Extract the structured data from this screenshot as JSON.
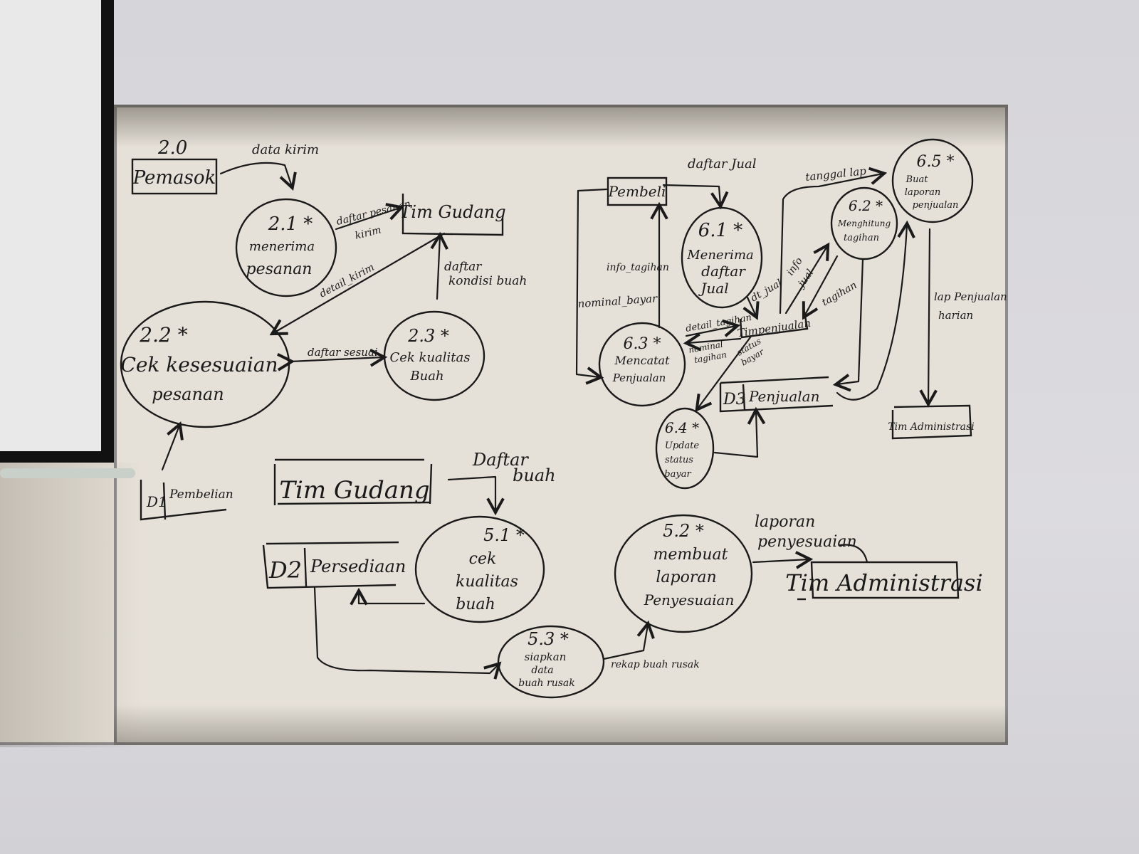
{
  "processes": [
    {
      "id": "p20",
      "label": "2.0"
    },
    {
      "id": "p21",
      "number": "2.1 *",
      "lines": [
        "menerima",
        "pesanan"
      ]
    },
    {
      "id": "p22",
      "number": "2.2 *",
      "lines": [
        "Cek kesesuaian",
        "pesanan"
      ]
    },
    {
      "id": "p23",
      "number": "2.3 *",
      "lines": [
        "Cek kualitas",
        "Buah"
      ]
    },
    {
      "id": "p51",
      "number": "5.1 *",
      "lines": [
        "cek",
        "kualitas",
        "buah"
      ]
    },
    {
      "id": "p52",
      "number": "5.2 *",
      "lines": [
        "membuat",
        "laporan",
        "Penyesuaian"
      ]
    },
    {
      "id": "p53",
      "number": "5.3 *",
      "lines": [
        "siapkan",
        "data",
        "buah rusak"
      ]
    },
    {
      "id": "p61",
      "number": "6.1 *",
      "lines": [
        "Menerima",
        "daftar",
        "Jual"
      ]
    },
    {
      "id": "p62",
      "number": "6.2 *",
      "lines": [
        "Menghitung",
        "tagihan"
      ]
    },
    {
      "id": "p63",
      "number": "6.3 *",
      "lines": [
        "Mencatat",
        "Penjualan"
      ]
    },
    {
      "id": "p64",
      "number": "6.4 *",
      "lines": [
        "Update",
        "status",
        "bayar"
      ]
    },
    {
      "id": "p65",
      "number": "6.5 *",
      "lines": [
        "Buat",
        "laporan",
        "penjualan"
      ]
    }
  ],
  "entities": {
    "pemasok": "Pemasok",
    "tim_gudang_top": "Tim Gudang",
    "tim_gudang_mid": "Tim Gudang",
    "pembeli": "Pembeli",
    "tim_penjualan": "Timpenjualan",
    "tim_admin_right": "Tim Administrasi",
    "tim_admin_bottom": "Tim Administrasi"
  },
  "stores": {
    "d1": {
      "id": "D1",
      "name": "Pembelian"
    },
    "d2": {
      "id": "D2",
      "name": "Persediaan"
    },
    "d3": {
      "id": "D3",
      "name": "Penjualan"
    }
  },
  "flows": {
    "data_kirim": "data kirim",
    "daftar_pesanan_kirim_1": "daftar pesanan",
    "daftar_pesanan_kirim_2": "kirim",
    "detail_kirim": "detail_kirim",
    "daftar_kondisi_1": "daftar",
    "daftar_kondisi_2": "kondisi buah",
    "daftar_sesuai": "daftar sesuai",
    "daftar_jual": "daftar Jual",
    "info_tagihan": "info_tagihan",
    "nominal_bayar": "nominal_bayar",
    "dt_jual": "dt_jual",
    "info_jual_1": "info",
    "info_jual_2": "jual",
    "tagihan": "tagihan",
    "tanggal_lap": "tanggal lap",
    "detail_tagihan": "detail_tagihan",
    "nominal_tagihan_1": "nominal",
    "nominal_tagihan_2": "tagihan",
    "status_bayar_1": "status",
    "status_bayar_2": "bayar",
    "lap_penjualan_1": "lap Penjualan",
    "lap_penjualan_2": "harian",
    "daftar_buah_1": "Daftar",
    "daftar_buah_2": "buah",
    "laporan_penyesuaian_1": "laporan",
    "laporan_penyesuaian_2": "penyesuaian",
    "rekap_buah_rusak": "rekap buah rusak"
  }
}
